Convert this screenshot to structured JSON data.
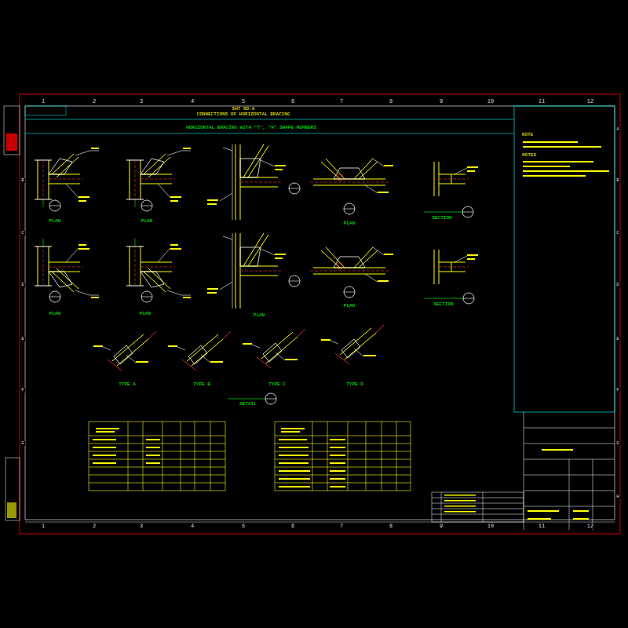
{
  "diagram": {
    "title": "CONNECTIONS OF HORIZONTAL BRACING",
    "labels": [
      "1",
      "2",
      "3",
      "4",
      "5",
      "6",
      "7",
      "8",
      "9",
      "10",
      "11",
      "12",
      "1",
      "2",
      "3",
      "4",
      "5",
      "6",
      "7",
      "8",
      "9",
      "10",
      "11",
      "12",
      "A",
      "B",
      "C",
      "D",
      "E",
      "F",
      "G",
      "H",
      "B",
      "C",
      "D",
      "E",
      "F",
      "G",
      "SHT NO.8",
      "HORIZONTAL BRACING WITH \"T\", \"H\" SHAPE MEMBERS",
      "PLAN",
      "PLAN",
      "PLAN",
      "PLAN",
      "PLAN",
      "PLAN",
      "PLAN",
      "SECTION",
      "SECTION",
      "TYPE A",
      "TYPE B",
      "TYPE C",
      "TYPE D",
      "DETAIL",
      "NOTE",
      "NOTES"
    ]
  }
}
